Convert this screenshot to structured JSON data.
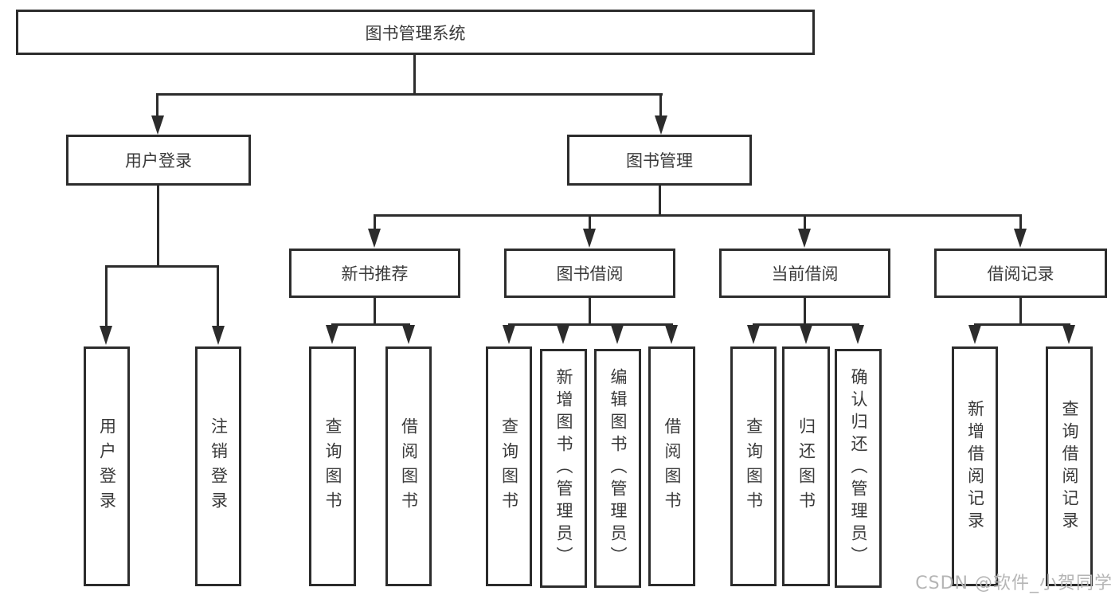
{
  "colors": {
    "background": "#ffffff",
    "line": "#2c2c2c",
    "box_border": "#2c2c2c",
    "text": "#3a3a3a",
    "watermark": "#b5b5b5"
  },
  "nodes": {
    "root": "图书管理系统",
    "user_login": "用户登录",
    "book_mgmt": "图书管理",
    "new_book_rec": "新书推荐",
    "book_borrow": "图书借阅",
    "current_borrow": "当前借阅",
    "borrow_records": "借阅记录",
    "leaf_user_login": "用户登录",
    "leaf_logout": "注销登录",
    "leaf_rec_query_book": "查询图书",
    "leaf_rec_borrow_book": "借阅图书",
    "leaf_bb_query_book": "查询图书",
    "leaf_bb_add_book": "新增图书（管理员）",
    "leaf_bb_edit_book": "编辑图书（管理员）",
    "leaf_bb_borrow_book": "借阅图书",
    "leaf_cb_query_book": "查询图书",
    "leaf_cb_return_book": "归还图书",
    "leaf_cb_confirm_return": "确认归还（管理员）",
    "leaf_br_add_record": "新增借阅记录",
    "leaf_br_query_record": "查询借阅记录"
  },
  "hierarchy": {
    "图书管理系统": {
      "用户登录": [
        "用户登录",
        "注销登录"
      ],
      "图书管理": {
        "新书推荐": [
          "查询图书",
          "借阅图书"
        ],
        "图书借阅": [
          "查询图书",
          "新增图书（管理员）",
          "编辑图书（管理员）",
          "借阅图书"
        ],
        "当前借阅": [
          "查询图书",
          "归还图书",
          "确认归还（管理员）"
        ],
        "借阅记录": [
          "新增借阅记录",
          "查询借阅记录"
        ]
      }
    }
  },
  "watermark": "CSDN @软件_小贺同学"
}
